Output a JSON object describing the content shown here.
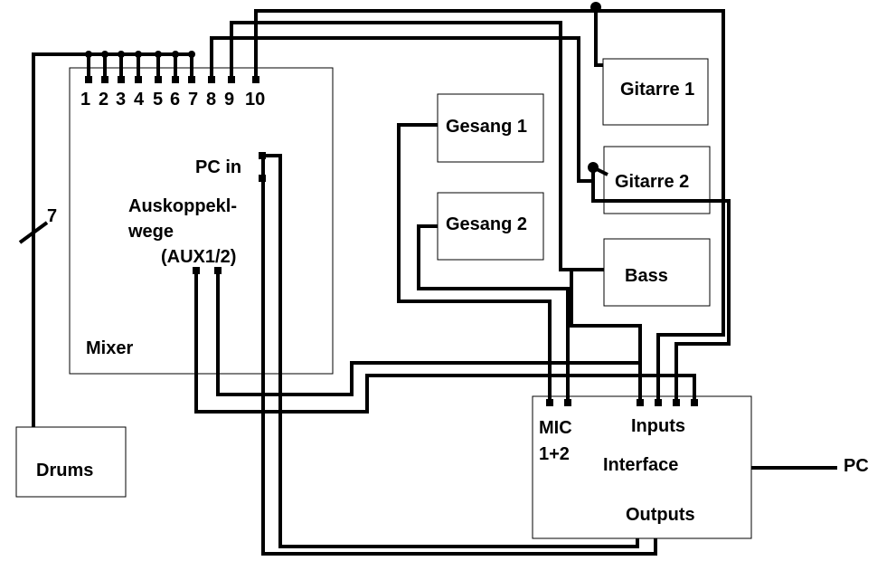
{
  "mixer": {
    "label": "Mixer",
    "channels": [
      "1",
      "2",
      "3",
      "4",
      "5",
      "6",
      "7",
      "8",
      "9",
      "10"
    ],
    "pc_in_label": "PC in",
    "aux_label_line1": "Auskoppekl-",
    "aux_label_line2": "wege",
    "aux_label_line3": "(AUX1/2)"
  },
  "drums": {
    "label": "Drums",
    "channel_count": "7"
  },
  "gesang1": {
    "label": "Gesang 1"
  },
  "gesang2": {
    "label": "Gesang 2"
  },
  "gitarre1": {
    "label": "Gitarre 1"
  },
  "gitarre2": {
    "label": "Gitarre 2"
  },
  "bass": {
    "label": "Bass"
  },
  "interface": {
    "label": "Interface",
    "mic_label_line1": "MIC",
    "mic_label_line2": "1+2",
    "inputs_label": "Inputs",
    "outputs_label": "Outputs"
  },
  "pc": {
    "label": "PC"
  }
}
